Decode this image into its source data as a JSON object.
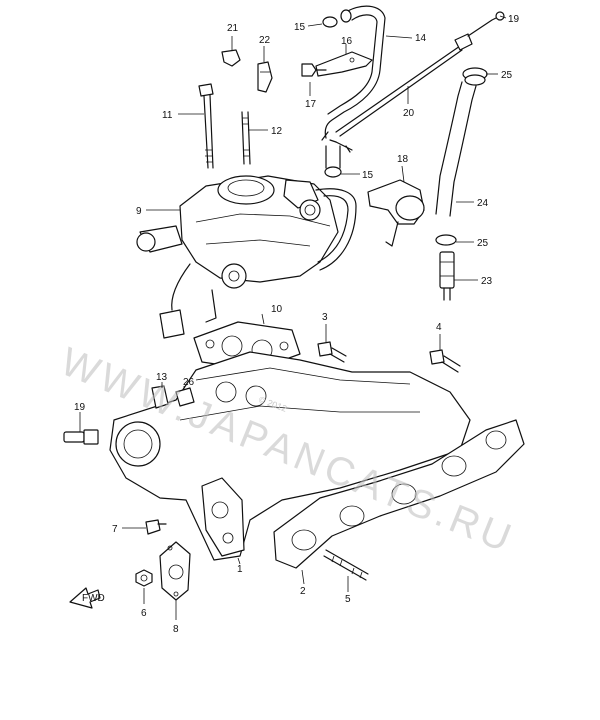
{
  "watermark": "WWW.JAPANCATS.RU",
  "watermark_small": "© 2012",
  "front_arrow_label": "FWD",
  "callouts": [
    {
      "id": "c21",
      "label": "21"
    },
    {
      "id": "c22",
      "label": "22"
    },
    {
      "id": "c15a",
      "label": "15"
    },
    {
      "id": "c16",
      "label": "16"
    },
    {
      "id": "c14",
      "label": "14"
    },
    {
      "id": "c19t",
      "label": "19"
    },
    {
      "id": "c25a",
      "label": "25"
    },
    {
      "id": "c17",
      "label": "17"
    },
    {
      "id": "c11",
      "label": "11"
    },
    {
      "id": "c12",
      "label": "12"
    },
    {
      "id": "c20",
      "label": "20"
    },
    {
      "id": "c15b",
      "label": "15"
    },
    {
      "id": "c18",
      "label": "18"
    },
    {
      "id": "c9",
      "label": "9"
    },
    {
      "id": "c24",
      "label": "24"
    },
    {
      "id": "c25b",
      "label": "25"
    },
    {
      "id": "c23",
      "label": "23"
    },
    {
      "id": "c10",
      "label": "10"
    },
    {
      "id": "c3",
      "label": "3"
    },
    {
      "id": "c4",
      "label": "4"
    },
    {
      "id": "c13",
      "label": "13"
    },
    {
      "id": "c26",
      "label": "26"
    },
    {
      "id": "c19",
      "label": "19"
    },
    {
      "id": "c7",
      "label": "7"
    },
    {
      "id": "c1",
      "label": "1"
    },
    {
      "id": "c2",
      "label": "2"
    },
    {
      "id": "c5",
      "label": "5"
    },
    {
      "id": "c6",
      "label": "6"
    },
    {
      "id": "c8",
      "label": "8"
    }
  ]
}
